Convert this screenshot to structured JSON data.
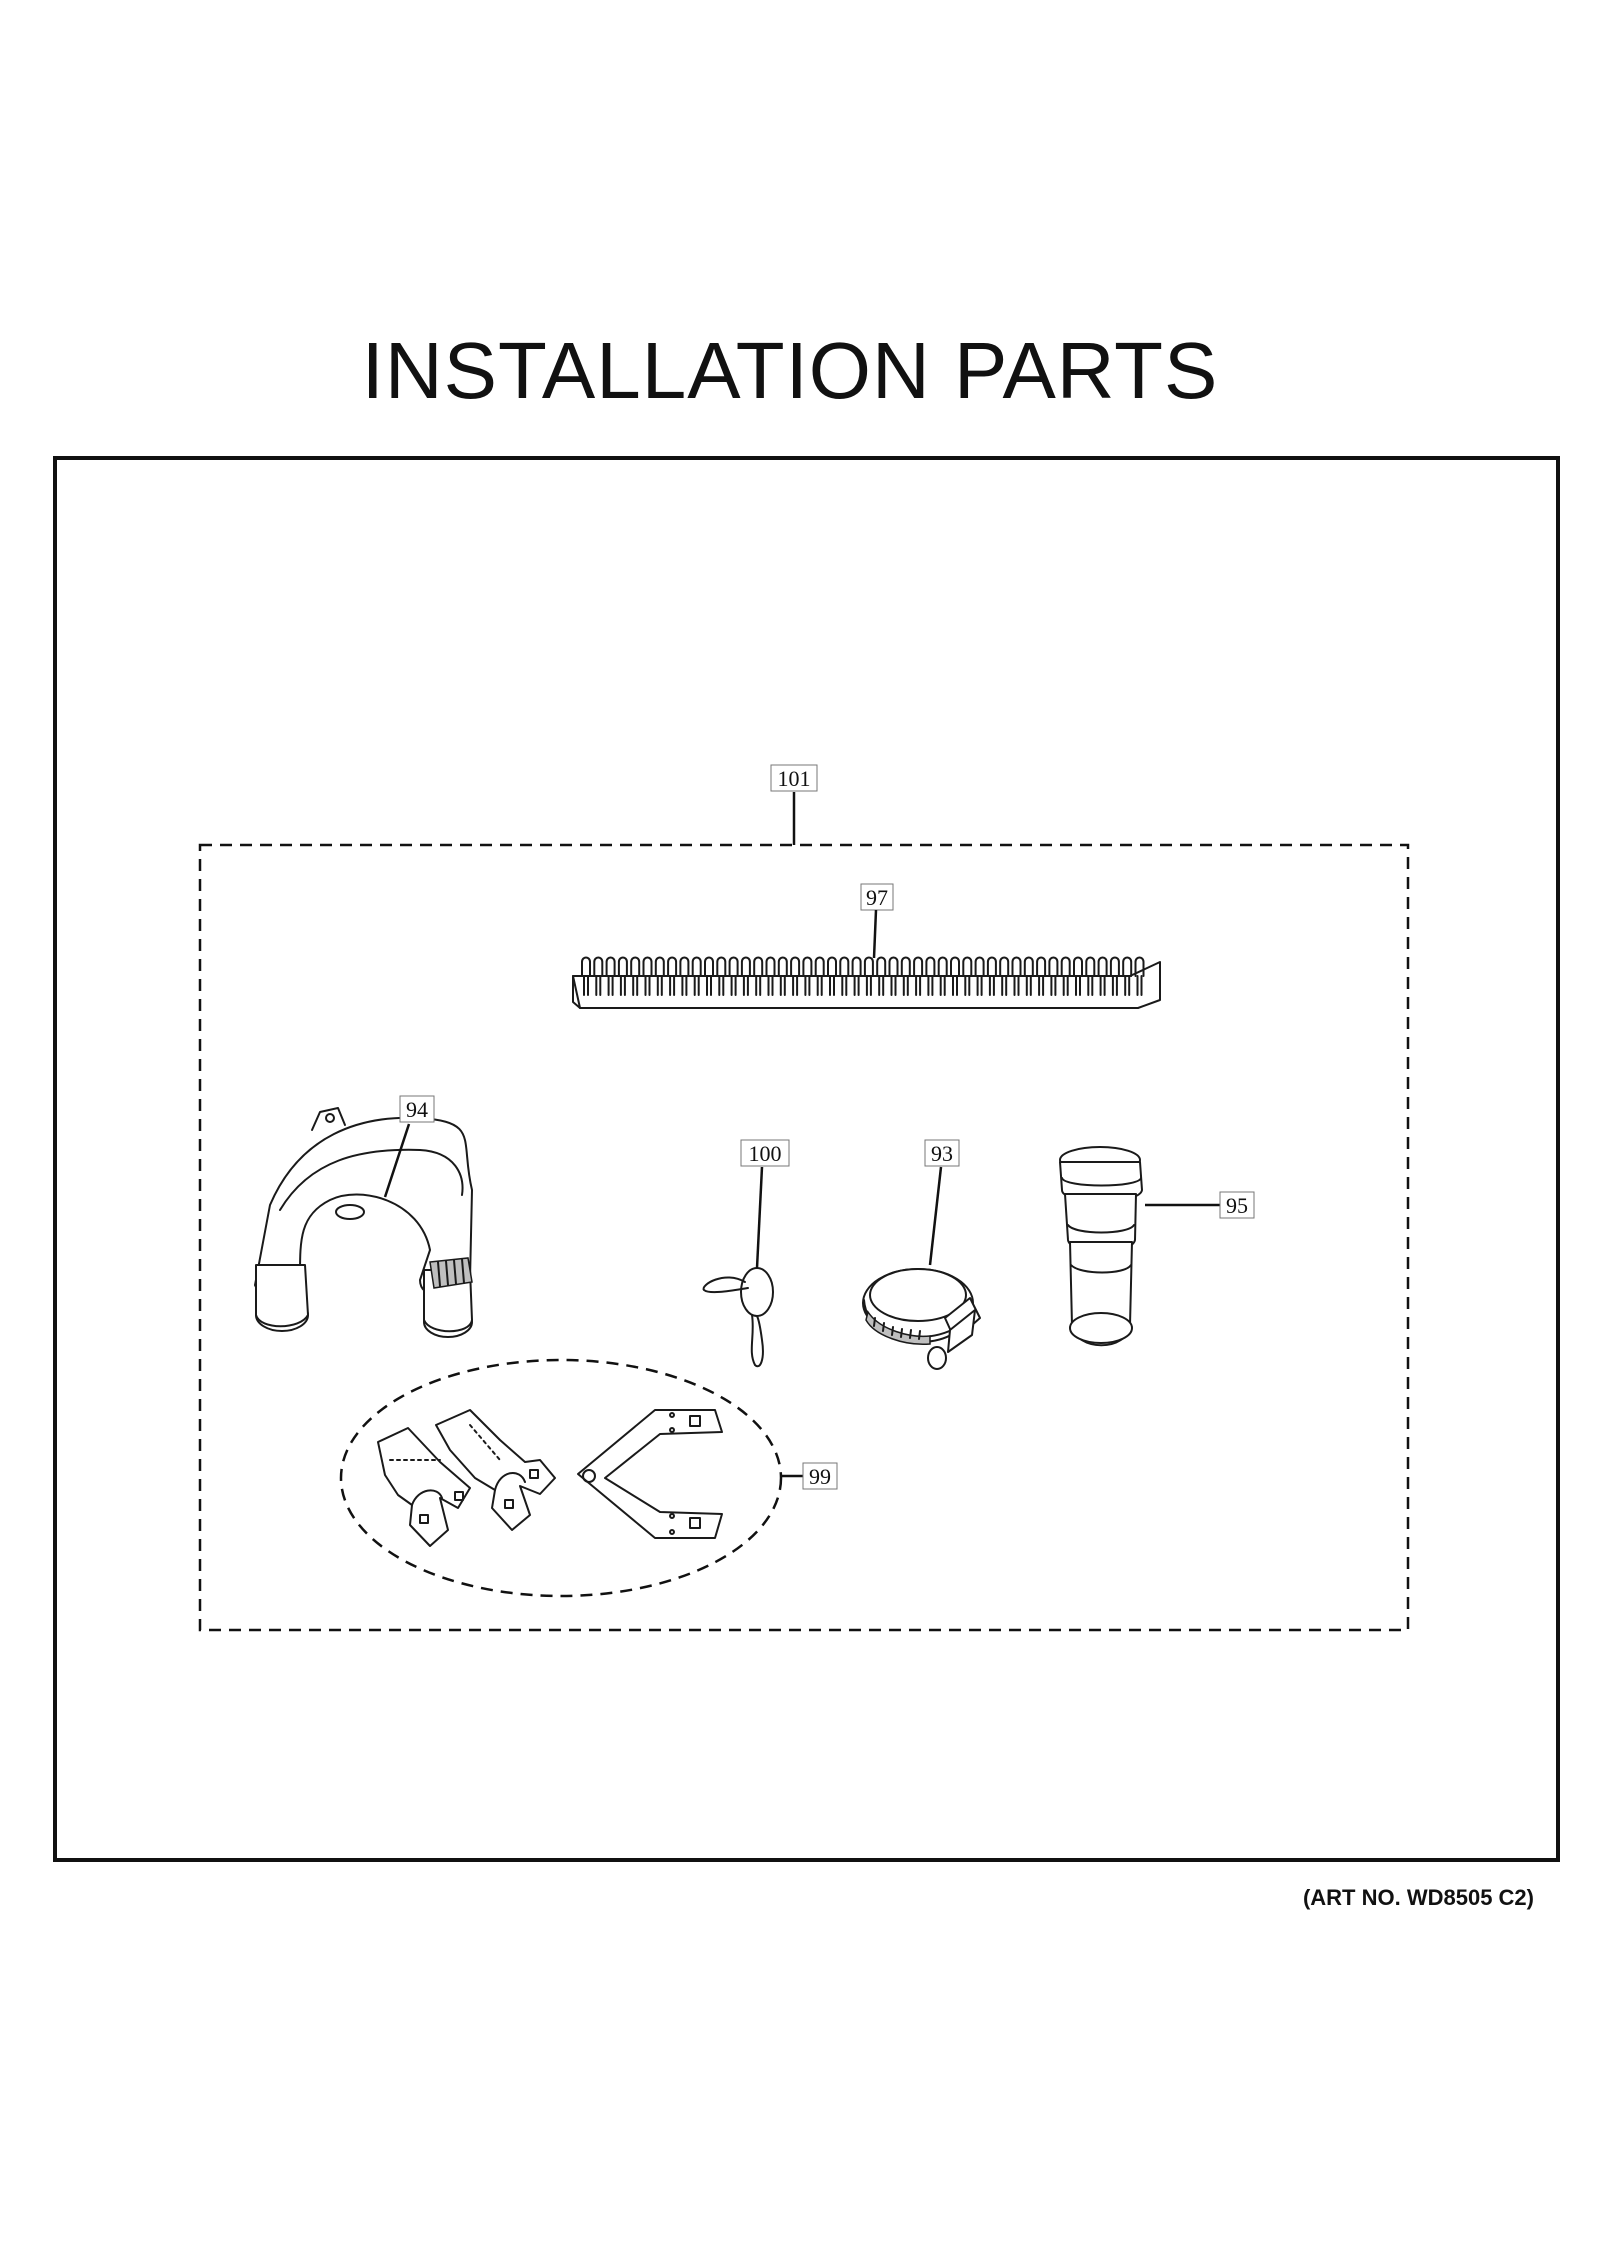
{
  "page": {
    "title": "INSTALLATION PARTS",
    "art_number": "(ART NO. WD8505 C2)"
  },
  "callouts": {
    "c101": "101",
    "c97": "97",
    "c94": "94",
    "c100": "100",
    "c93": "93",
    "c95": "95",
    "c99": "99"
  }
}
